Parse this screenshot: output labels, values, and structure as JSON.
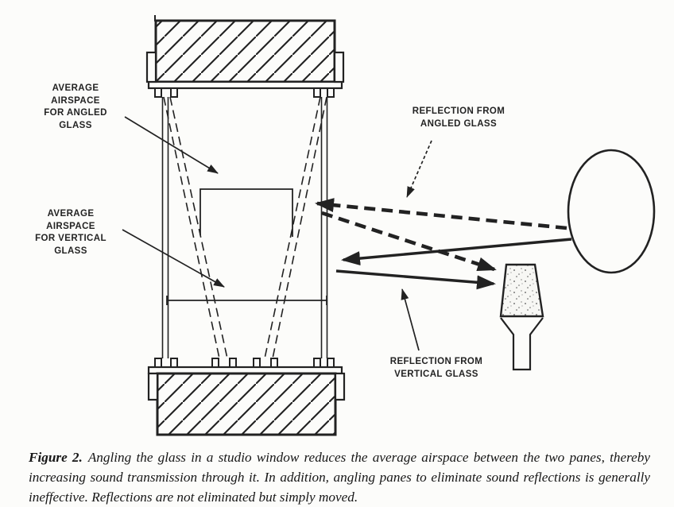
{
  "colors": {
    "ink": "#222222",
    "paper": "#fcfcfa"
  },
  "diagram": {
    "labels": {
      "airspace_angled": "AVERAGE\nAIRSPACE\nFOR ANGLED\nGLASS",
      "airspace_vertical": "AVERAGE\nAIRSPACE\nFOR VERTICAL\nGLASS",
      "reflection_angled": "REFLECTION FROM\nANGLED GLASS",
      "reflection_vertical": "REFLECTION FROM\nVERTICAL GLASS"
    }
  },
  "caption": {
    "figure_label": "Figure 2.",
    "body": "Angling the glass in a studio window reduces the average airspace between the two panes, thereby increasing sound transmission through it. In addition, angling panes to eliminate sound reflections is generally ineffective. Reflections are not eliminated but simply moved."
  }
}
